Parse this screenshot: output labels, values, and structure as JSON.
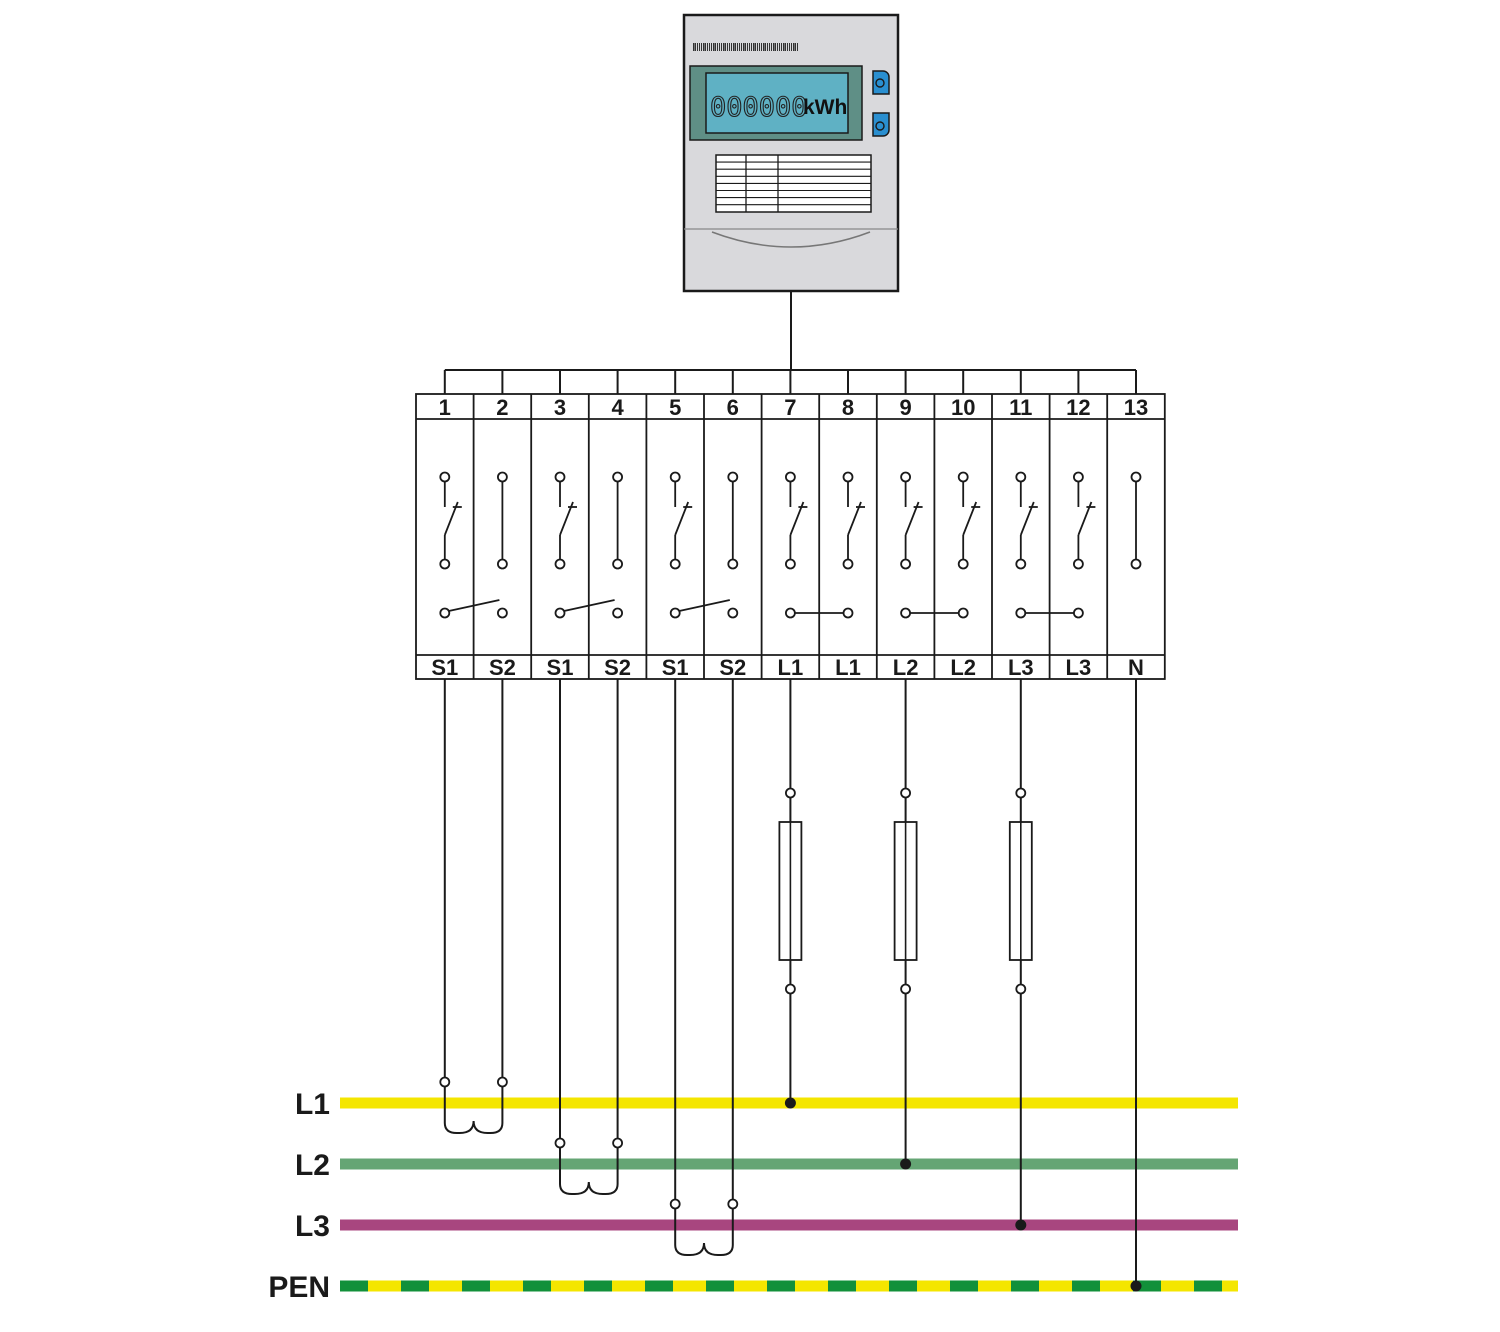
{
  "meter": {
    "reading": "000000",
    "unit": "kWh",
    "colors": {
      "body": "#d9d9dc",
      "display_frame": "#5f8f86",
      "display": "#5fb1c4",
      "buttons": "#2a8fd0"
    }
  },
  "terminals": [
    {
      "number": "1",
      "label": "S1",
      "type": "switch",
      "bottom": "open"
    },
    {
      "number": "2",
      "label": "S2",
      "type": "straight",
      "bottom": "none"
    },
    {
      "number": "3",
      "label": "S1",
      "type": "switch",
      "bottom": "open"
    },
    {
      "number": "4",
      "label": "S2",
      "type": "straight",
      "bottom": "none"
    },
    {
      "number": "5",
      "label": "S1",
      "type": "switch",
      "bottom": "open"
    },
    {
      "number": "6",
      "label": "S2",
      "type": "straight",
      "bottom": "none"
    },
    {
      "number": "7",
      "label": "L1",
      "type": "switch",
      "bottom": "closed"
    },
    {
      "number": "8",
      "label": "L1",
      "type": "switch",
      "bottom": "none"
    },
    {
      "number": "9",
      "label": "L2",
      "type": "switch",
      "bottom": "closed"
    },
    {
      "number": "10",
      "label": "L2",
      "type": "switch",
      "bottom": "none"
    },
    {
      "number": "11",
      "label": "L3",
      "type": "switch",
      "bottom": "closed"
    },
    {
      "number": "12",
      "label": "L3",
      "type": "switch",
      "bottom": "none"
    },
    {
      "number": "13",
      "label": "N",
      "type": "straight",
      "bottom": "none"
    }
  ],
  "buses": [
    {
      "label": "L1",
      "color": "#f4e600"
    },
    {
      "label": "L2",
      "color": "#65a574"
    },
    {
      "label": "L3",
      "color": "#a8467f"
    },
    {
      "label": "PEN",
      "color": "#f4e600",
      "stripe_color": "#12903a"
    }
  ],
  "current_transformers": [
    {
      "s1_terminal": "1",
      "s2_terminal": "2",
      "bus": "L1"
    },
    {
      "s1_terminal": "3",
      "s2_terminal": "4",
      "bus": "L2"
    },
    {
      "s1_terminal": "5",
      "s2_terminal": "6",
      "bus": "L3"
    }
  ],
  "fused_voltage_taps": [
    {
      "terminal": "7",
      "bus": "L1"
    },
    {
      "terminal": "9",
      "bus": "L2"
    },
    {
      "terminal": "11",
      "bus": "L3"
    }
  ],
  "neutral_tap": {
    "terminal": "13",
    "bus": "PEN"
  }
}
